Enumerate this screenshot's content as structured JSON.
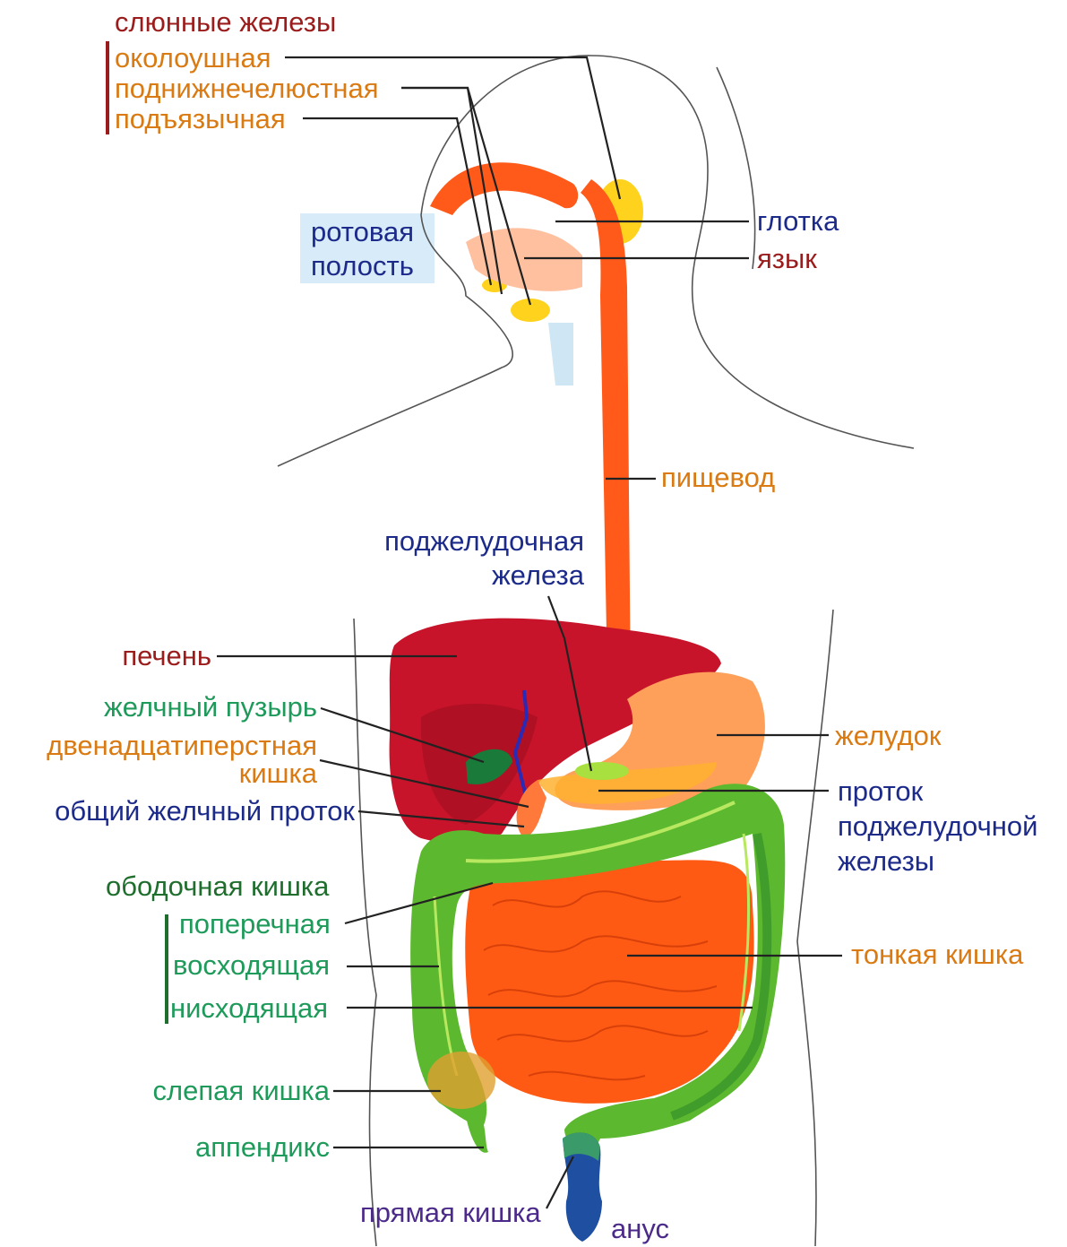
{
  "labels": {
    "salivary": "слюнные железы",
    "parotid": "околоушная",
    "submandibular": "поднижнечелюстная",
    "sublingual": "подъязычная",
    "pharynx": "глотка",
    "tongue": "язык",
    "oral_cavity_1": "ротовая",
    "oral_cavity_2": "полость",
    "esophagus": "пищевод",
    "pancreas_1": "поджелудочная",
    "pancreas_2": "железа",
    "liver": "печень",
    "gallbladder": "желчный пузырь",
    "duodenum_1": "двенадцатиперстная",
    "duodenum_2": "кишка",
    "common_bile_duct": "общий желчный проток",
    "stomach": "желудок",
    "pancreatic_duct_1": "проток",
    "pancreatic_duct_2": "поджелудочной",
    "pancreatic_duct_3": "железы",
    "colon": "ободочная кишка",
    "transverse": "поперечная",
    "ascending": "восходящая",
    "descending": "нисходящая",
    "small_intestine": "тонкая кишка",
    "cecum": "слепая кишка",
    "appendix": "аппендикс",
    "rectum": "прямая кишка",
    "anus": "анус"
  },
  "colors": {
    "label_red": "#9b1c1c",
    "label_orange": "#d97a12",
    "label_blue": "#1c2a8a",
    "label_green": "#1e9a5a",
    "label_dark_green": "#1f6e2e",
    "label_purple": "#4b2a8a",
    "esophagus": "#ff5a1a",
    "liver": "#c8142a",
    "stomach": "#ffa05a",
    "colon": "#5cb82e",
    "small_intestine": "#ff5a14",
    "glands": "#ffd21e",
    "bile_duct": "#2a2ab4",
    "rectum": "#1e4fa0"
  }
}
